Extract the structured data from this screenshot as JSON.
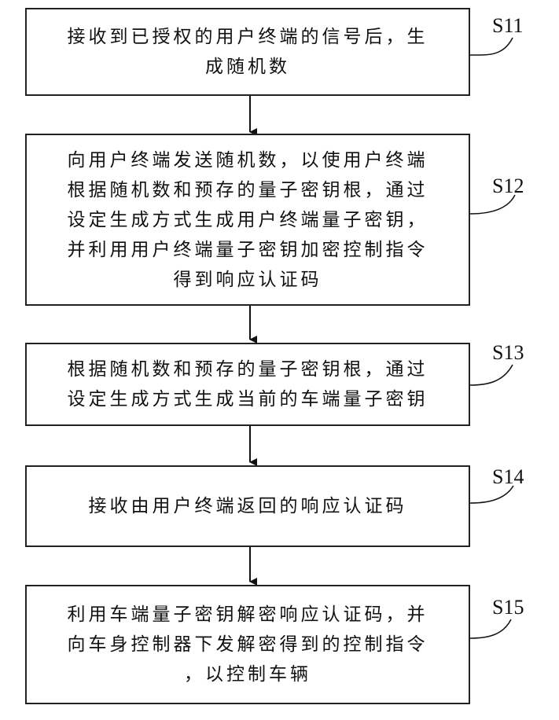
{
  "steps": [
    {
      "id": "S11",
      "lines": [
        "接收到已授权的用户终端的信号后，生",
        "成随机数"
      ]
    },
    {
      "id": "S12",
      "lines": [
        "向用户终端发送随机数，以使用户终端",
        "根据随机数和预存的量子密钥根，通过",
        "设定生成方式生成用户终端量子密钥，",
        "并利用用户终端量子密钥加密控制指令",
        "得到响应认证码"
      ]
    },
    {
      "id": "S13",
      "lines": [
        "根据随机数和预存的量子密钥根，通过",
        "设定生成方式生成当前的车端量子密钥"
      ]
    },
    {
      "id": "S14",
      "lines": [
        "接收由用户终端返回的响应认证码"
      ]
    },
    {
      "id": "S15",
      "lines": [
        "利用车端量子密钥解密响应认证码，并",
        "向车身控制器下发解密得到的控制指令",
        "，以控制车辆"
      ]
    }
  ]
}
